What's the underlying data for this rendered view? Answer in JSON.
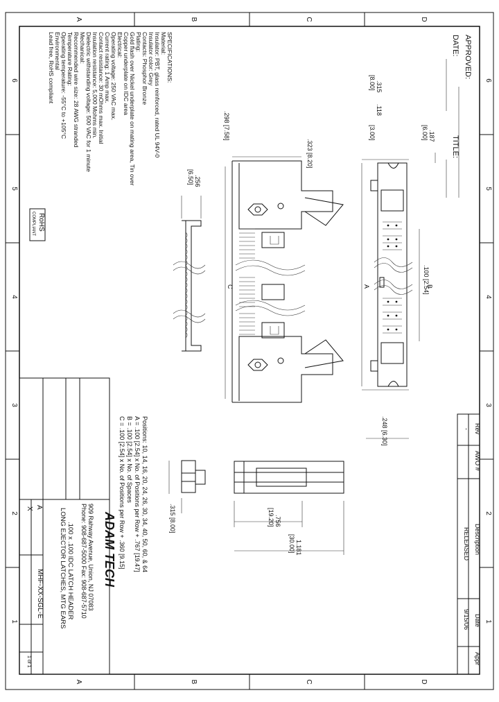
{
  "border": {
    "top_letters": [
      "A",
      "B",
      "C",
      "D"
    ],
    "bottom_letters": [
      "A",
      "B",
      "C",
      "D"
    ],
    "left_numbers": [
      "6",
      "5",
      "4",
      "3",
      "2",
      "1"
    ],
    "right_numbers": [
      "6",
      "5",
      "4",
      "3",
      "2",
      "1"
    ]
  },
  "header": {
    "approved": "APPROVED:",
    "date": "DATE:",
    "title": "TITLE:"
  },
  "revision": {
    "col_rev": "Rev",
    "col_awo": "AWO #",
    "col_description": "Description",
    "col_date": "Date",
    "col_appr": "Appr",
    "rev": "-",
    "description": "RELEASED",
    "date": "9/15/06"
  },
  "specs": {
    "heading": "SPECIFICATIONS:",
    "lines": [
      "Material:",
      "Insulator: PBT, glass reinforced, rated UL 94V-0",
      "Insulator color: Grey",
      "Contacts: Phosphor Bronze",
      "Plating:",
      "Gold flash over Nickel underplate on mating area, Tin over",
      "Copper underplate on IDC area",
      "Electrical:",
      "Operating voltage: 250 VAC max.",
      "Current rating: 1 Amp max.",
      "Contact resistance: 30 mOhms max. Initial",
      "Insulation resistance: 5,000 Mohms min.",
      "Dielectric withstanding voltage: 500 VAC for 1 minute",
      "Mechanical:",
      "Recommended wire size: 28 AWG stranded",
      "Temperature Rating:",
      "Operating temperature: -55°C to +105°C",
      "Environmental",
      "Lead free, RoHS compliant"
    ]
  },
  "rohs": {
    "line1": "RoHS",
    "line2": "COMPLIANT"
  },
  "positions": {
    "lines": [
      "Positions: 10, 14, 16, 20, 24, 26, 30, 34, 40, 50, 60, & 64",
      "A = .100 [2.54] x No. of Positions per Row + .767 [19.47]",
      "B = .100 [2.54] x No. of Spaces",
      "C = .100 [2.54] x No. of Positions per Row + .360 [9.15]"
    ]
  },
  "dims": {
    "d187": ".187",
    "d600": "[6.00]",
    "d315": ".315",
    "d800": "[8.00]",
    "d118": ".118",
    "d300": "[3.00]",
    "d298": ".298 [7.58]",
    "d323": ".323 [8.20]",
    "d256": ".256",
    "d650": "[6.50]",
    "dA": "A",
    "dB": "B",
    "dC": "C",
    "d100": ".100 [2.54]",
    "d248": ".248 [6.30]",
    "d1181": "1.181",
    "d3000": "[30.00]",
    "d756": ".756",
    "d1920": "[19.20]",
    "d315b": ".315 [8.00]"
  },
  "titleblock": {
    "company": "ADAM TECH",
    "address": "909 Rahway Avenue, Union, NJ 07083",
    "phone": "Phone: 908-687-5000 Fax: 908-687-5710",
    "desc1": ".100 x .100 IDC LATCH HEADER",
    "desc2": "LONG EJECTOR LATCHES, MTG EARS",
    "part_no": "MHF-XX-SGL-E",
    "size": "A",
    "scale": "X",
    "sheet": "1 of 1"
  }
}
